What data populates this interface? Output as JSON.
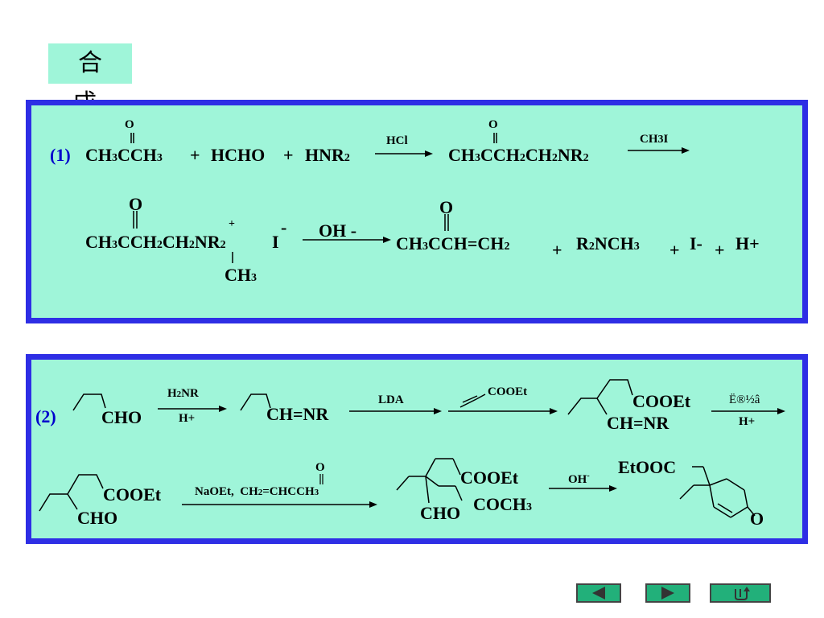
{
  "title": "合 成",
  "reaction1": {
    "label": "(1)",
    "row1": {
      "o1": "O",
      "reactant1": "CH3CCH3",
      "plus1": "+",
      "reactant2": "HCHO",
      "plus2": "+",
      "reactant3": "HNR2",
      "arrow1_reagent": "HCl",
      "o2": "O",
      "product1": "CH3CCH2CH2NR2",
      "arrow2_reagent": "CH3I"
    },
    "row2": {
      "o3": "O",
      "plus_charge": "+",
      "salt": "CH3CCH2CH2NR2",
      "iodide": "I",
      "minus": "-",
      "methyl": "CH3",
      "arrow3_reagent": "OH -",
      "o4": "O",
      "product2": "CH3CCH=CH2",
      "plus3": "+",
      "product3": "R2NCH3",
      "plus4": "+",
      "product4": "I-",
      "plus5": "+",
      "product5": "H+"
    }
  },
  "reaction2": {
    "label": "(2)",
    "row1": {
      "sm_group": "CHO",
      "arrow1_top": "H2NR",
      "arrow1_bottom": "H+",
      "imine_group": "CH=NR",
      "arrow2_reagent": "LDA",
      "acrylate_group": "COOEt",
      "adduct_ester": "COOEt",
      "adduct_imine": "CH=NR",
      "arrow4_top": "Ë®½â",
      "arrow4_bottom": "H+"
    },
    "row2": {
      "ester_group": "COOEt",
      "aldehyde_group": "CHO",
      "arrow5_reagent": "NaOEt,  CH2=CHCCH3",
      "mvk_o": "O",
      "m_ester": "COOEt",
      "m_ketone": "COCH3",
      "m_aldehyde": "CHO",
      "arrow6_reagent": "OH-",
      "final_ester": "EtOOC",
      "final_ketone_o": "O"
    }
  },
  "nav": {
    "prev_icon": "triangle-left-icon",
    "next_icon": "triangle-right-icon",
    "return_icon": "return-icon"
  },
  "colors": {
    "panel_bg": "#9ff5d9",
    "panel_border": "#2e2ee5",
    "label_blue": "#0000cc",
    "nav_green": "#22b07a"
  }
}
